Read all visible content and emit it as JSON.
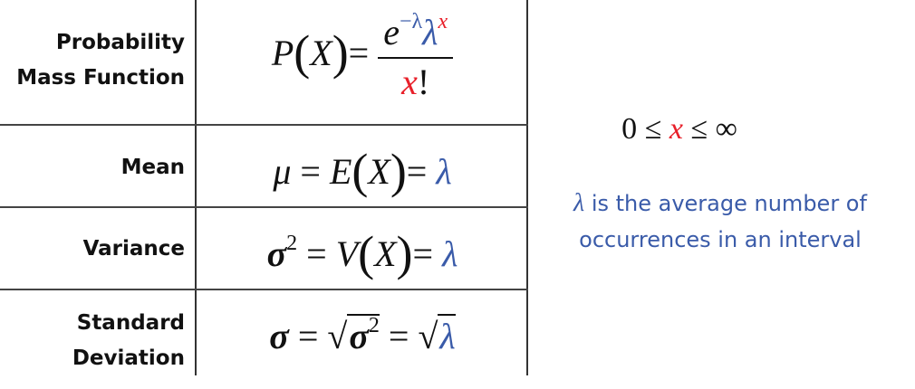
{
  "rows": [
    {
      "label_lines": [
        "Probability",
        "Mass Function"
      ],
      "formula": {
        "lhs": "P",
        "x_upper": "X",
        "eq": "=",
        "num_e": "e",
        "num_exp": "−λ",
        "num_lambda": "λ",
        "num_lambda_exp": "x",
        "den_x": "x",
        "den_fact": "!"
      }
    },
    {
      "label": "Mean",
      "formula": {
        "mu": "μ",
        "eq": "=",
        "E": "E",
        "X": "X",
        "lambda": "λ"
      }
    },
    {
      "label": "Variance",
      "formula": {
        "sigma": "σ",
        "sq": "2",
        "eq": "=",
        "V": "V",
        "X": "X",
        "lambda": "λ"
      }
    },
    {
      "label_lines": [
        "Standard",
        "Deviation"
      ],
      "formula": {
        "sigma": "σ",
        "eq": "=",
        "sqrt": "√",
        "sq": "2",
        "lambda": "λ"
      }
    }
  ],
  "domain": {
    "zero": "0",
    "le": "≤",
    "x": "x",
    "inf": "∞"
  },
  "note": {
    "lambda": "λ",
    "line1": " is the average number of",
    "line2": "occurrences in an interval"
  },
  "colors": {
    "lambda": "#3A5BA9",
    "x": "#E8202A",
    "lines": "#333333"
  }
}
